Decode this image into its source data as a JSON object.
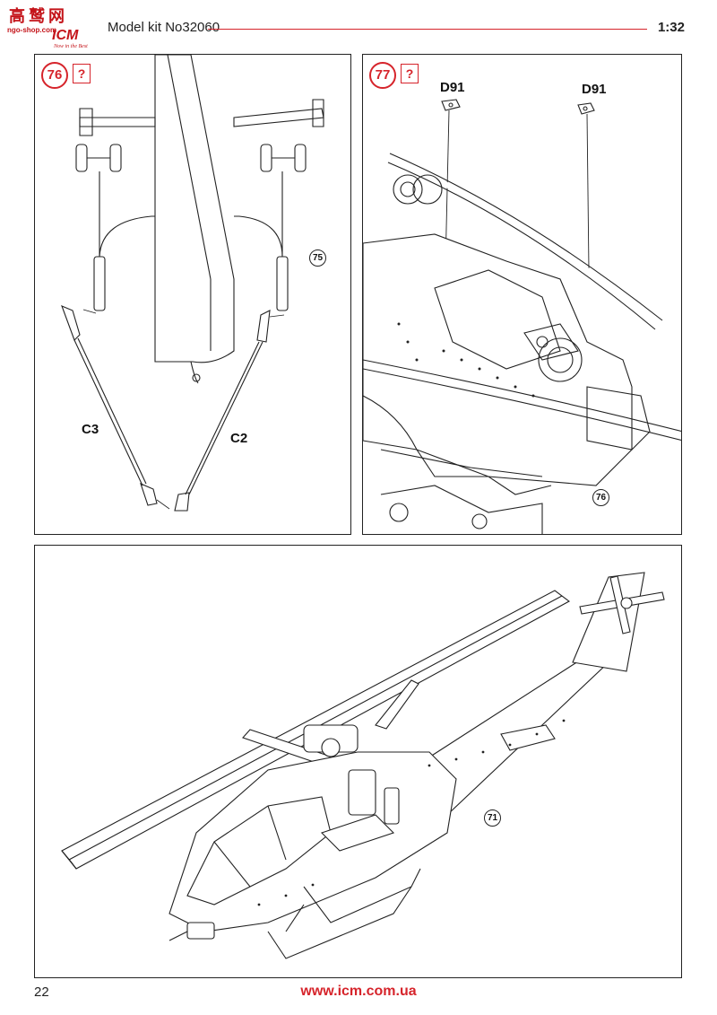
{
  "header": {
    "logo_top": "高",
    "logo_mid": "鹫",
    "logo_right": "网",
    "logo_site": "ngo-shop.com",
    "logo_brand": "ICM",
    "logo_slogan": "Now in the Best",
    "model_title": "Model kit No32060",
    "scale": "1:32"
  },
  "colors": {
    "accent": "#d6242b",
    "line": "#222222"
  },
  "steps": {
    "step76": {
      "number": "76",
      "question_mark": "?",
      "parts": {
        "left": "C3",
        "right": "C2"
      },
      "reference": "75"
    },
    "step77": {
      "number": "77",
      "question_mark": "?",
      "parts": {
        "first": "D91",
        "second": "D91"
      },
      "reference": "76"
    },
    "main_view": {
      "reference": "71"
    }
  },
  "footer": {
    "page_number": "22",
    "website": "www.icm.com.ua"
  }
}
